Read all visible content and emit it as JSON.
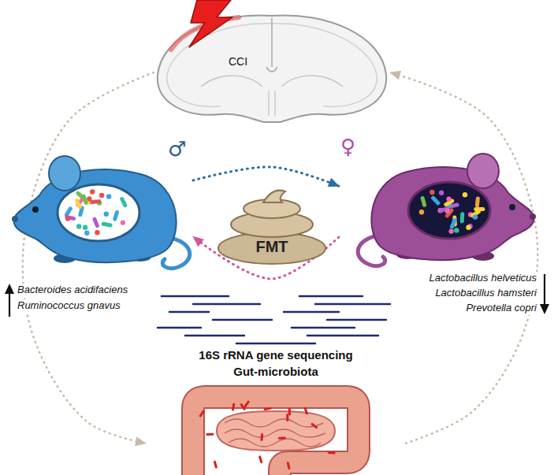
{
  "diagram": {
    "nodes": [
      {
        "text": [
          "CCI"
        ]
      },
      {
        "text": [
          "♂"
        ]
      },
      {
        "text": [
          "FMT"
        ]
      },
      {
        "text": [
          "♀"
        ]
      },
      {
        "text": [
          "16S rRNA gene sequencing",
          "Gut-microbiota"
        ]
      }
    ],
    "edges": [
      {
        "from": 0,
        "to": 4,
        "arrow": "to"
      },
      {
        "from": 4,
        "to": 0,
        "arrow": "to"
      },
      {
        "from": 1,
        "to": 3,
        "arrow": "to"
      },
      {
        "from": 3,
        "to": 1,
        "arrow": "to"
      }
    ],
    "labels": [
      "Bacteroides acidifaciens",
      "Ruminococcus gnavus",
      "Lactobacillus helveticus",
      "Lactobacillus hamsteri",
      "Prevotella copri"
    ]
  }
}
